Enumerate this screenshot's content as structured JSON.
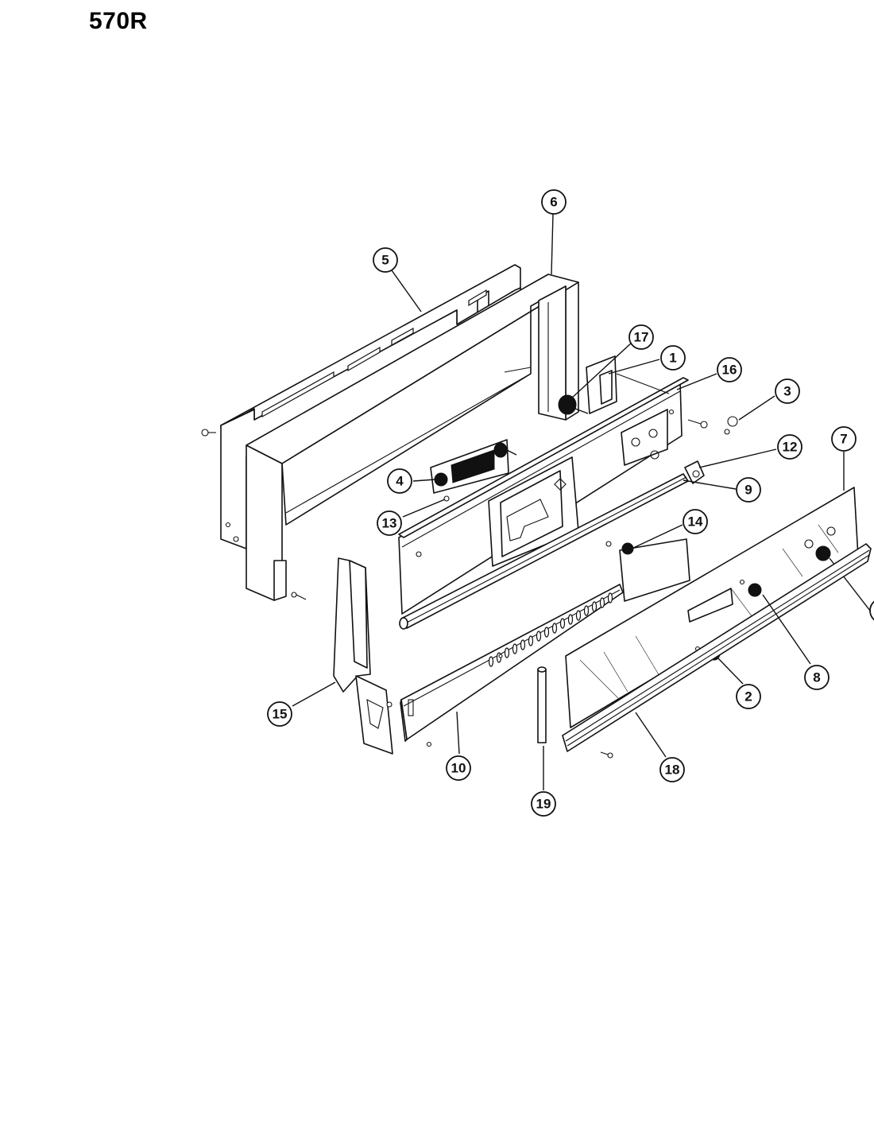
{
  "title": "570R",
  "callouts": [
    {
      "id": "c6",
      "label": "6"
    },
    {
      "id": "c5",
      "label": "5"
    },
    {
      "id": "c17",
      "label": "17"
    },
    {
      "id": "c1",
      "label": "1"
    },
    {
      "id": "c16",
      "label": "16"
    },
    {
      "id": "c3",
      "label": "3"
    },
    {
      "id": "c7",
      "label": "7"
    },
    {
      "id": "c12",
      "label": "12"
    },
    {
      "id": "c9",
      "label": "9"
    },
    {
      "id": "c4",
      "label": "4"
    },
    {
      "id": "c13",
      "label": "13"
    },
    {
      "id": "c14",
      "label": "14"
    },
    {
      "id": "c15",
      "label": "15"
    },
    {
      "id": "c8",
      "label": "8"
    },
    {
      "id": "c2",
      "label": "2"
    },
    {
      "id": "c10",
      "label": "10"
    },
    {
      "id": "c18",
      "label": "18"
    },
    {
      "id": "c19",
      "label": "19"
    }
  ]
}
